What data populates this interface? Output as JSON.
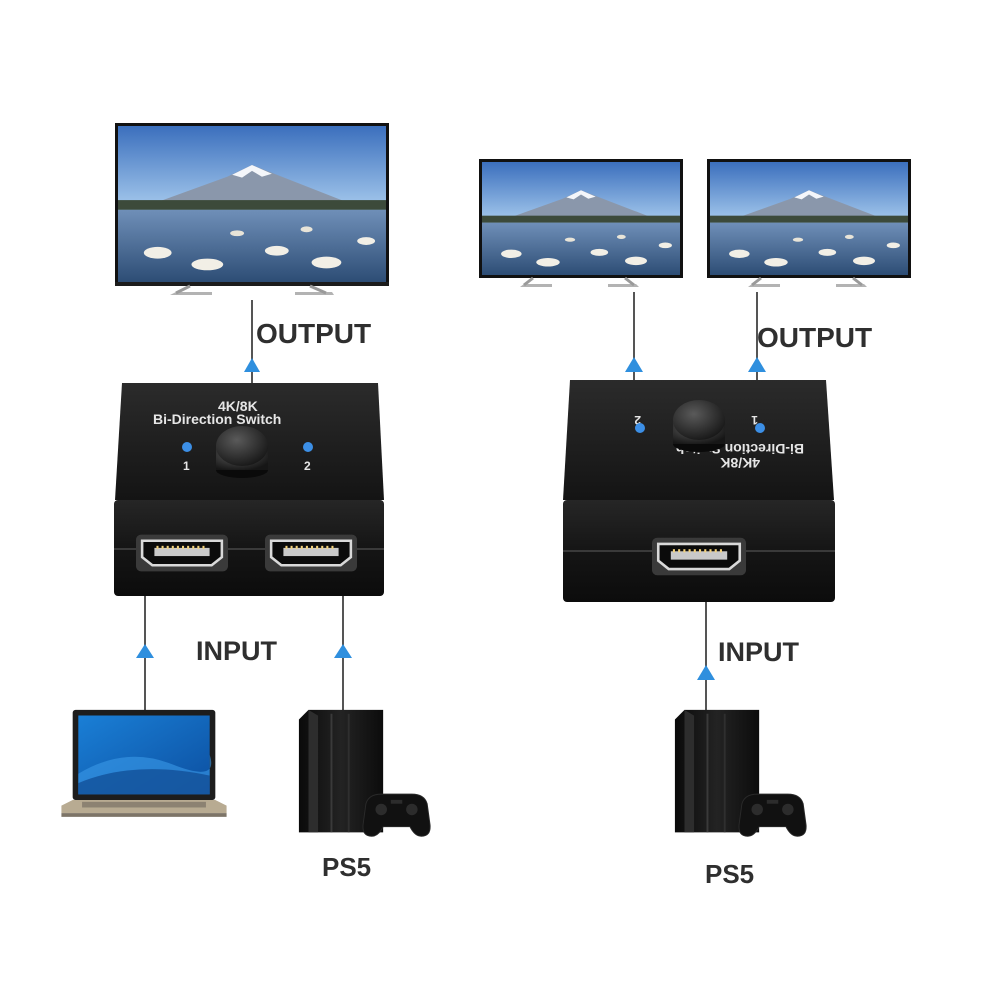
{
  "left_setup": {
    "output_label": "OUTPUT",
    "input_label": "INPUT",
    "switch": {
      "line1": "4K/8K",
      "line2": "Bi-Direction Switch",
      "port1": "1",
      "port2": "2"
    },
    "ps5_label": "PS5"
  },
  "right_setup": {
    "output_label": "OUTPUT",
    "input_label": "INPUT",
    "switch": {
      "line1": "4K/8K",
      "line2": "Bi-Direction Switch",
      "port1": "1",
      "port2": "2"
    },
    "ps5_label": "PS5"
  },
  "colors": {
    "arrow": "#2f8fde",
    "line": "#555555",
    "device": "#1c1c1c",
    "led": "#3c8fe6"
  }
}
